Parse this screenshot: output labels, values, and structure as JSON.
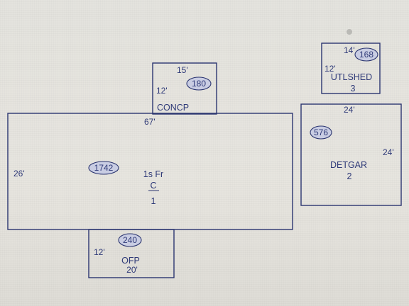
{
  "sketch": {
    "concp": {
      "top_dim": "15'",
      "side_dim": "12'",
      "area": "180",
      "label": "CONCP"
    },
    "utlshed": {
      "top_dim": "14'",
      "side_dim": "12'",
      "area": "168",
      "label": "UTLSHED",
      "number": "3"
    },
    "main": {
      "top_dim": "67'",
      "side_dim": "26'",
      "area": "1742",
      "label": "1s Fr",
      "class": "C",
      "number": "1"
    },
    "detgar": {
      "top_dim": "24'",
      "side_dim": "24'",
      "area": "576",
      "label": "DETGAR",
      "number": "2"
    },
    "ofp": {
      "area": "240",
      "side_dim": "12'",
      "label": "OFP",
      "bottom_dim": "20'"
    }
  },
  "colors": {
    "line": "#2b3570",
    "text": "#2f3a78",
    "ellipse_fill": "#c9cde3",
    "background": "#e6e4df"
  }
}
